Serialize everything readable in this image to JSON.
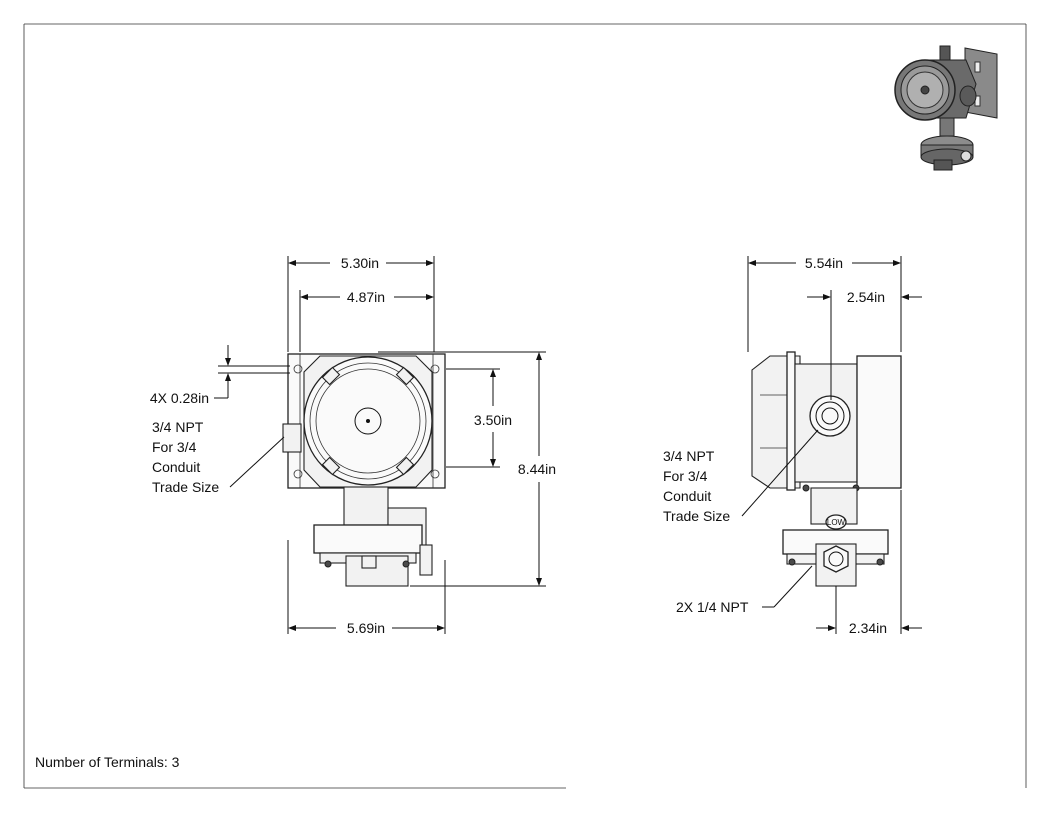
{
  "front_view": {
    "width_overall": "5.30in",
    "width_mount": "4.87in",
    "hole_spec": "4X 0.28in",
    "hole_spacing": "3.50in",
    "height_overall": "8.44in",
    "base_width": "5.69in",
    "conduit_note": [
      "3/4 NPT",
      "For 3/4",
      "Conduit",
      "Trade Size"
    ]
  },
  "side_view": {
    "depth_overall": "5.54in",
    "depth_offset": "2.54in",
    "port_offset": "2.34in",
    "conduit_note": [
      "3/4 NPT",
      "For 3/4",
      "Conduit",
      "Trade Size"
    ],
    "ports_note": "2X 1/4 NPT",
    "port_label": "LOW"
  },
  "footer": {
    "terminals": "Number of Terminals: 3"
  }
}
